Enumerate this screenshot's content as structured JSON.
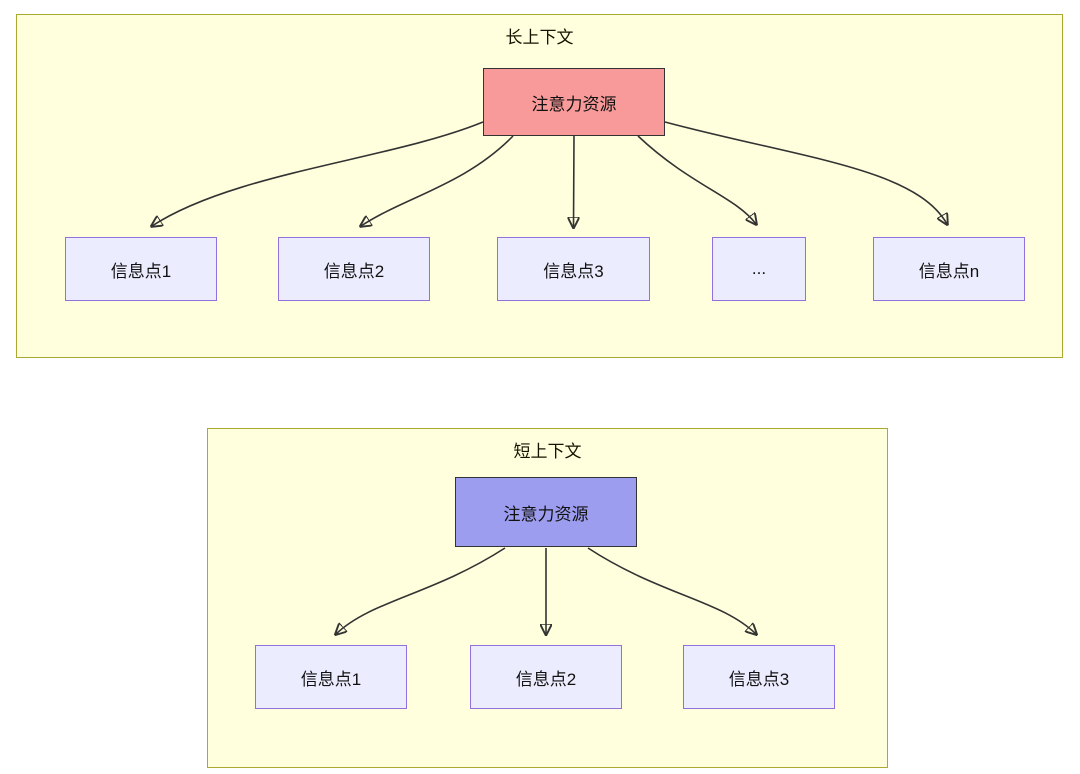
{
  "long_context": {
    "title": "长上下文",
    "attention_label": "注意力资源",
    "nodes": [
      "信息点1",
      "信息点2",
      "信息点3",
      "...",
      "信息点n"
    ]
  },
  "short_context": {
    "title": "短上下文",
    "attention_label": "注意力资源",
    "nodes": [
      "信息点1",
      "信息点2",
      "信息点3"
    ]
  },
  "colors": {
    "cluster_fill": "#ffffde",
    "cluster_border": "#aaaa33",
    "info_node_fill": "#ececff",
    "info_node_border": "#9370db",
    "attention_long_fill": "#f99a9a",
    "attention_short_fill": "#9d9df0",
    "attention_border": "#333333",
    "arrow_color": "#333333"
  }
}
